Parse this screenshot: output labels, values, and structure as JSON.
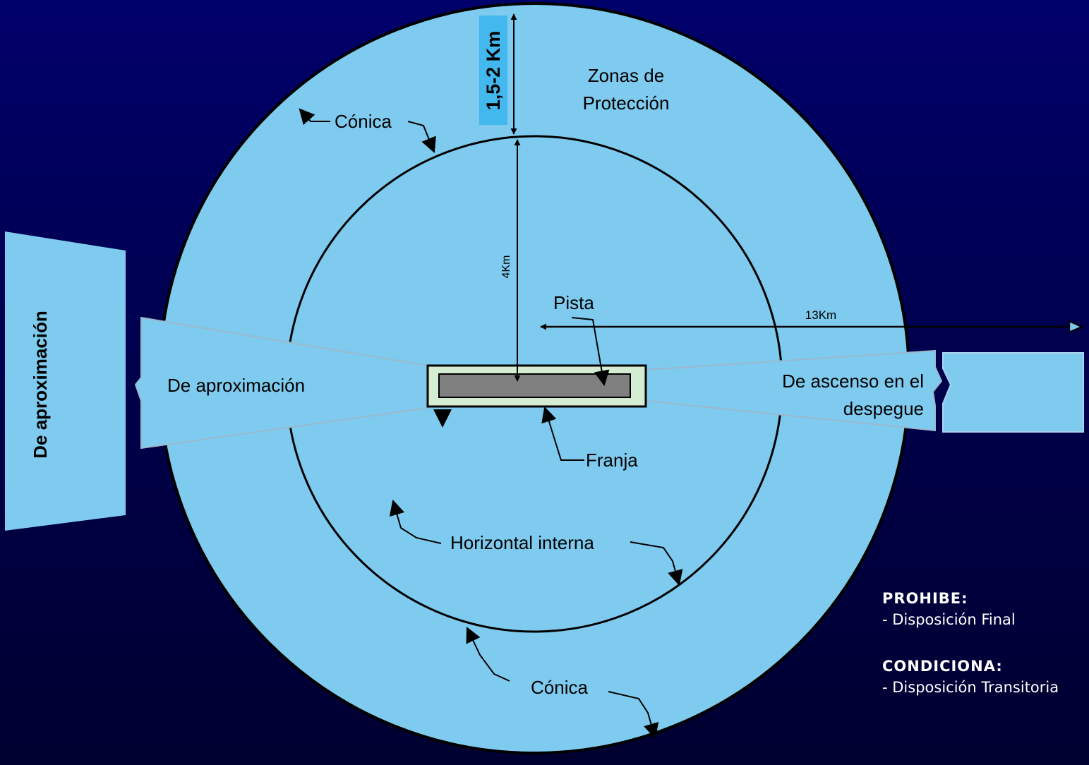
{
  "title": "Zonas de Protección",
  "title_line1": "Zonas de",
  "title_line2": "Protección",
  "labels": {
    "conica_top": "Cónica",
    "conica_bottom": "Cónica",
    "pista": "Pista",
    "franja": "Franja",
    "horizontal_interna": "Horizontal interna",
    "de_aproximacion": "De aproximación",
    "de_aproximacion_side": "De aproximación",
    "ascenso_line1": "De ascenso en el",
    "ascenso_line2": "despegue"
  },
  "dimensions": {
    "conical_width": "1,5-2 Km",
    "inner_radius": "4Km",
    "takeoff_length": "13Km"
  },
  "legend": {
    "prohibe_title": "PROHIBE:",
    "prohibe_item": "- Disposición Final",
    "condiciona_title": "CONDICIONA:",
    "condiciona_item": "- Disposición Transitoria"
  },
  "colors": {
    "background": "#000058",
    "zone_fill": "#7ecbef",
    "runway": "#808080",
    "strip": "#d4ecd2",
    "highlight": "#43b8ee",
    "legend_text": "#ffffff"
  }
}
